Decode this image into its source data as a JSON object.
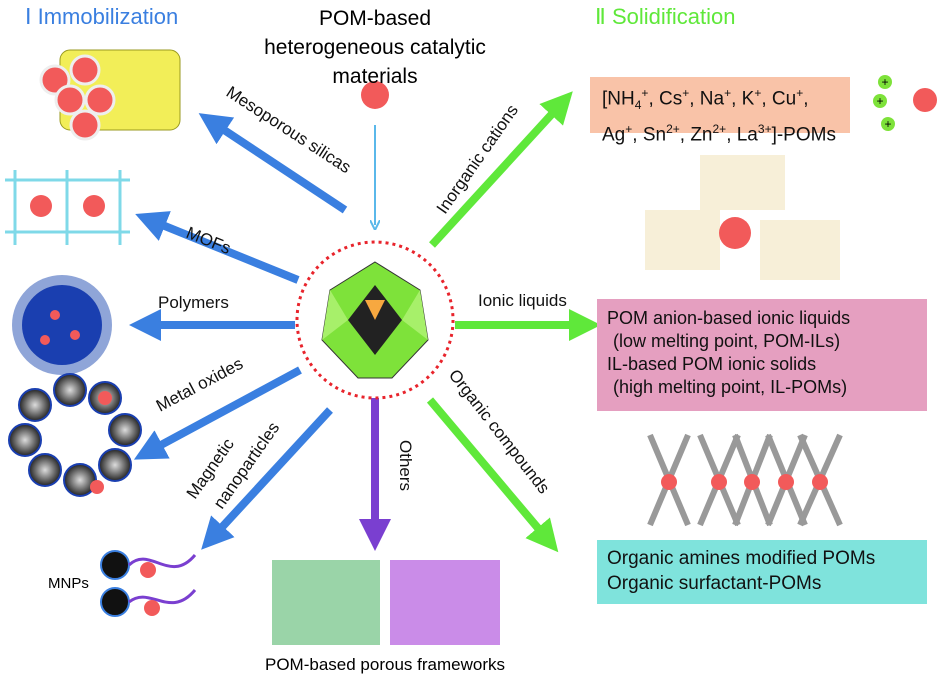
{
  "headers": {
    "immobilization": "Ⅰ Immobilization",
    "center_title": [
      "POM-based",
      "heterogeneous catalytic",
      "materials"
    ],
    "solidification": "Ⅱ Solidification"
  },
  "colors": {
    "immobilization": "#3a7fe0",
    "solidification": "#5fe83a",
    "others": "#7a3fd0",
    "center_ring": "#e8242c",
    "pom": "#f25a5a"
  },
  "immobilization_branches": [
    "Mesoporous silicas",
    "MOFs",
    "Polymers",
    "Metal oxides",
    "Magnetic nanoparticles"
  ],
  "magnetic_label": [
    "Magnetic",
    "nanoparticles"
  ],
  "mnps_label": "MNPs",
  "others_branch": "Others",
  "others_caption": "POM-based porous frameworks",
  "solidification_branches": [
    "Inorganic cations",
    "Ionic liquids",
    "Organic compounds"
  ],
  "cations_box": {
    "line1": [
      [
        "[NH",
        ""
      ],
      [
        "4",
        "sub"
      ],
      [
        "+",
        "sup"
      ],
      [
        ", Cs",
        ""
      ],
      [
        "+",
        "sup"
      ],
      [
        ", Na",
        ""
      ],
      [
        "+",
        "sup"
      ],
      [
        ", K",
        ""
      ],
      [
        "+",
        "sup"
      ],
      [
        ", Cu",
        ""
      ],
      [
        "+",
        "sup"
      ],
      [
        ",",
        ""
      ]
    ],
    "line2": [
      [
        "Ag",
        ""
      ],
      [
        "+",
        "sup"
      ],
      [
        ", Sn",
        ""
      ],
      [
        "2+",
        "sup"
      ],
      [
        ", Zn",
        ""
      ],
      [
        "2+",
        "sup"
      ],
      [
        ", La",
        ""
      ],
      [
        "3+",
        "sup"
      ],
      [
        "]-POMs",
        ""
      ]
    ]
  },
  "ionic_liquids_box": [
    "POM anion-based ionic liquids",
    "(low melting point, POM-ILs)",
    "IL-based POM ionic solids",
    "(high melting point, IL-POMs)"
  ],
  "organic_box": [
    "Organic amines modified POMs",
    "Organic surfactant-POMs"
  ],
  "cation_symbol": "+"
}
